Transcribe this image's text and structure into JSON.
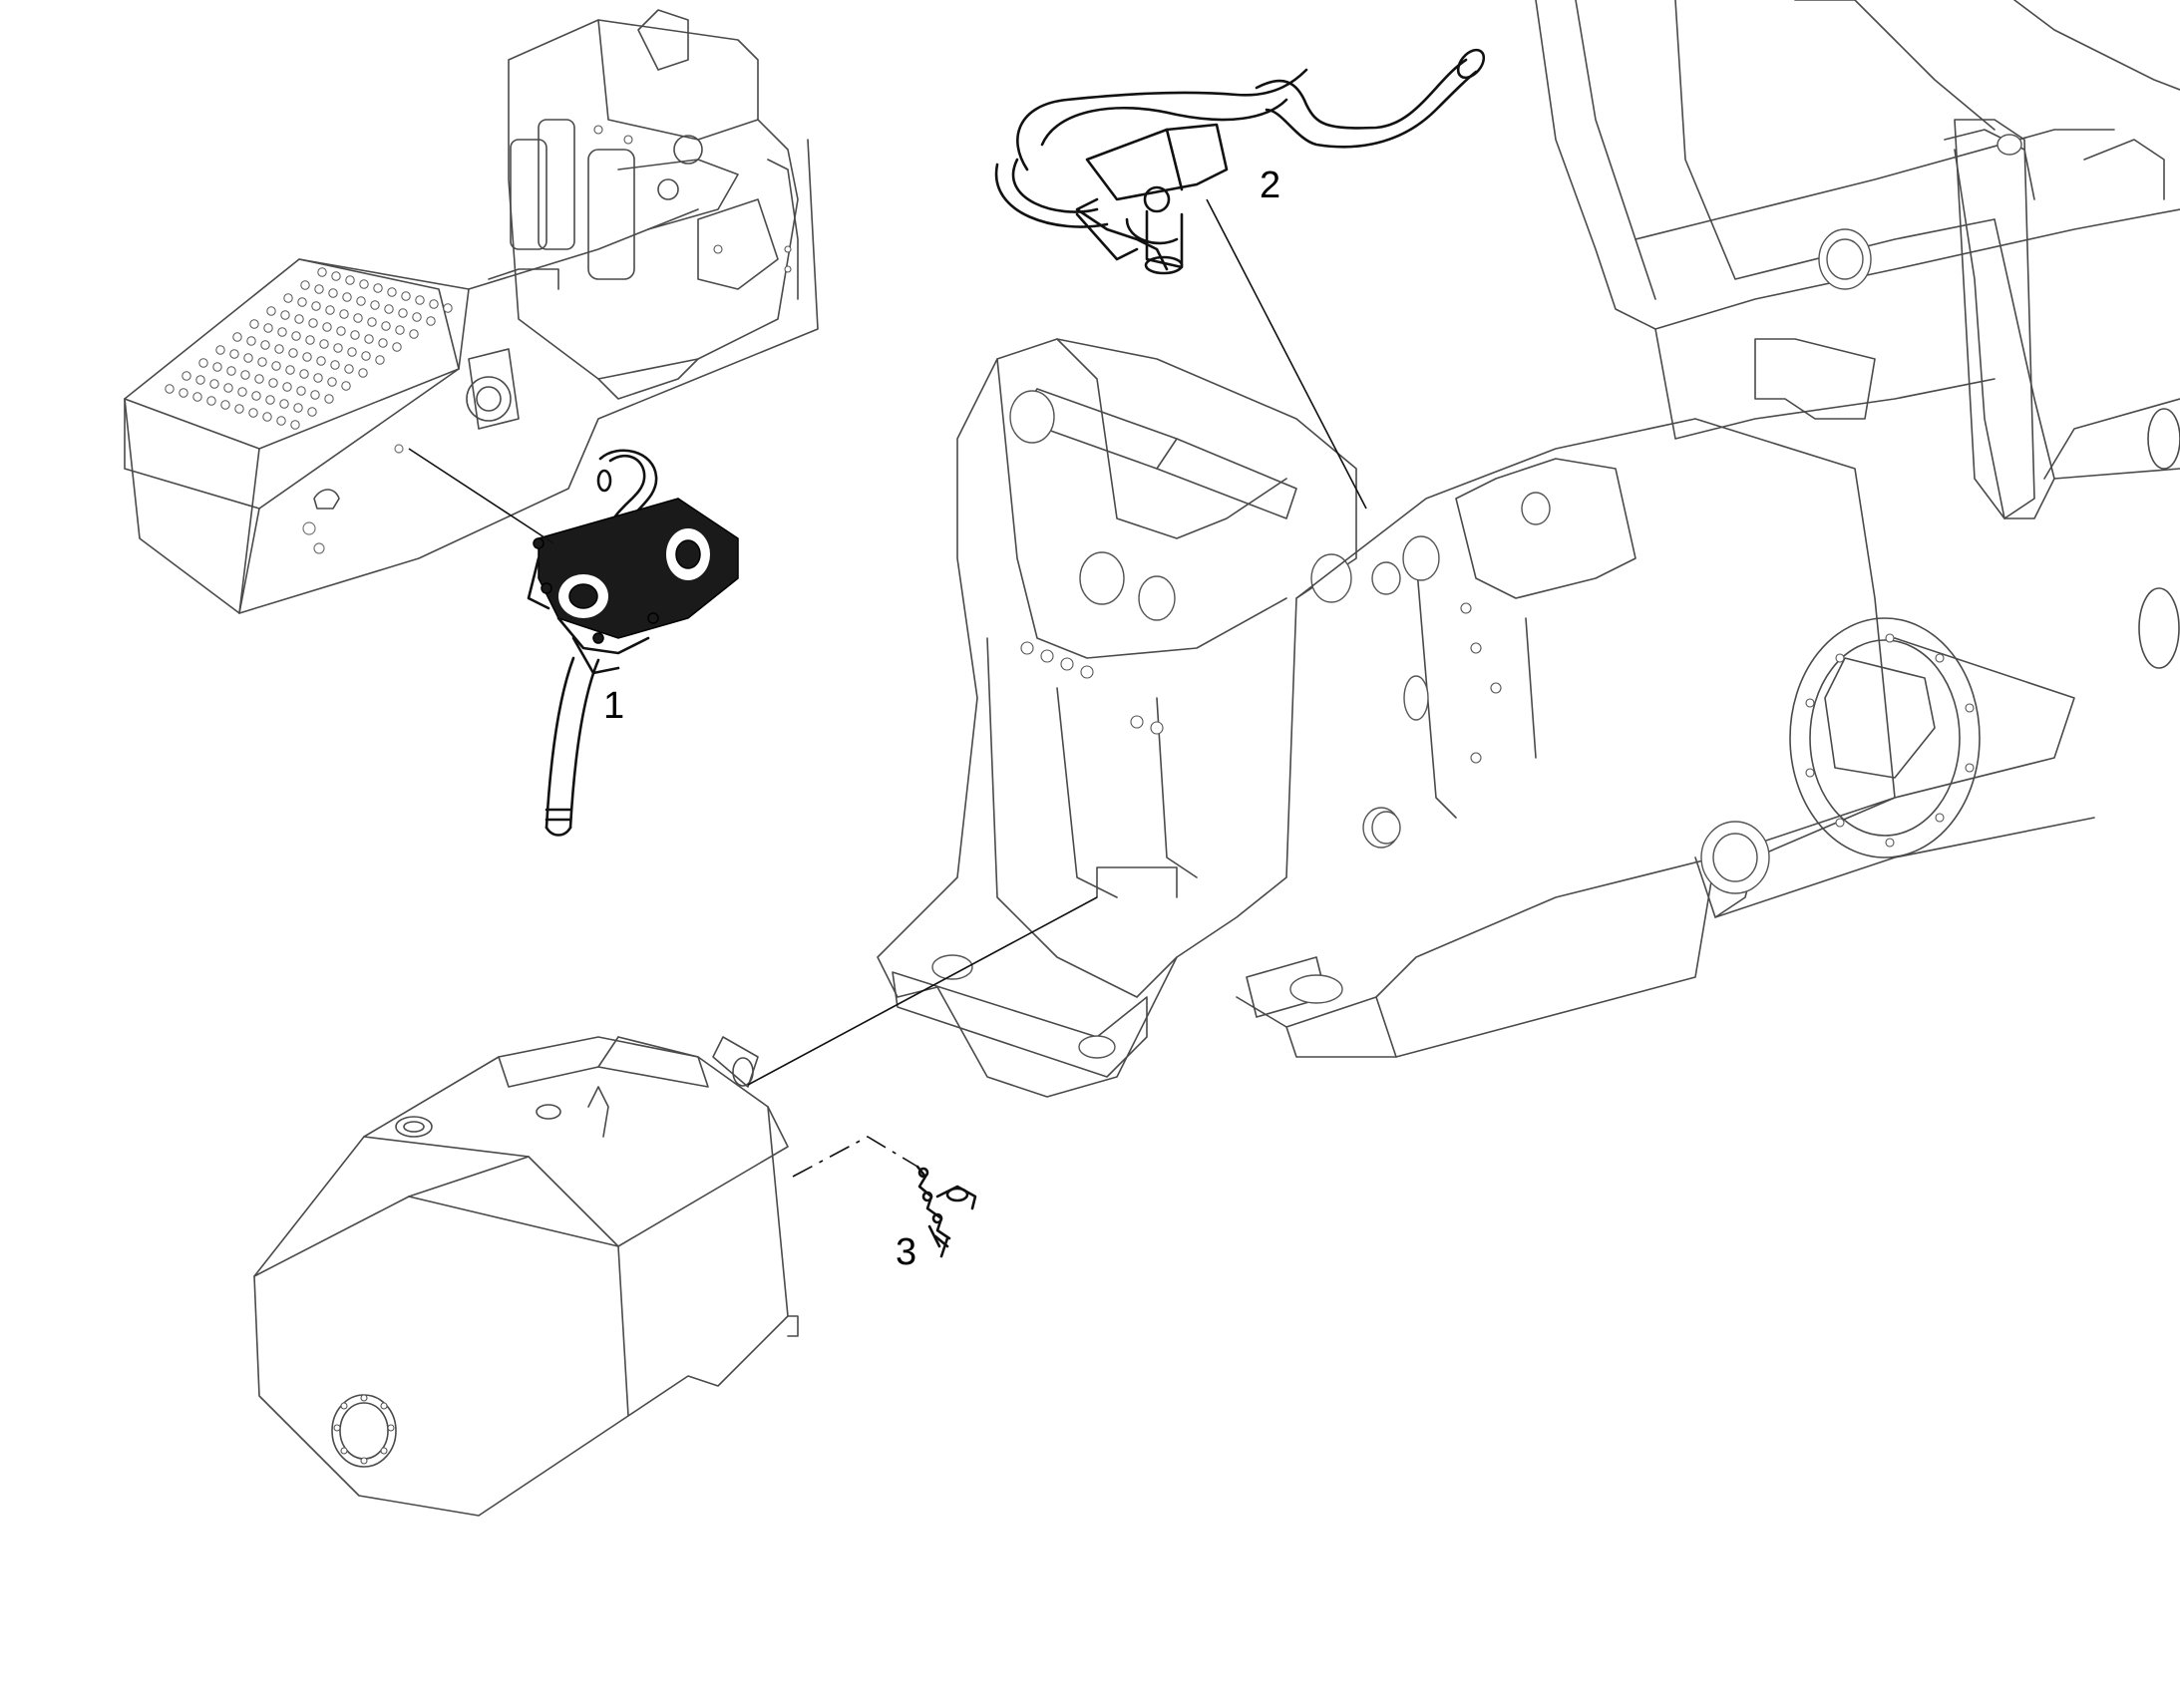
{
  "diagram": {
    "callouts": [
      {
        "id": "callout-1",
        "label": "1"
      },
      {
        "id": "callout-2",
        "label": "2"
      },
      {
        "id": "callout-3",
        "label": "3"
      }
    ],
    "colors": {
      "line": "#4a4a4a",
      "highlight": "#111111",
      "background": "#ffffff"
    }
  }
}
